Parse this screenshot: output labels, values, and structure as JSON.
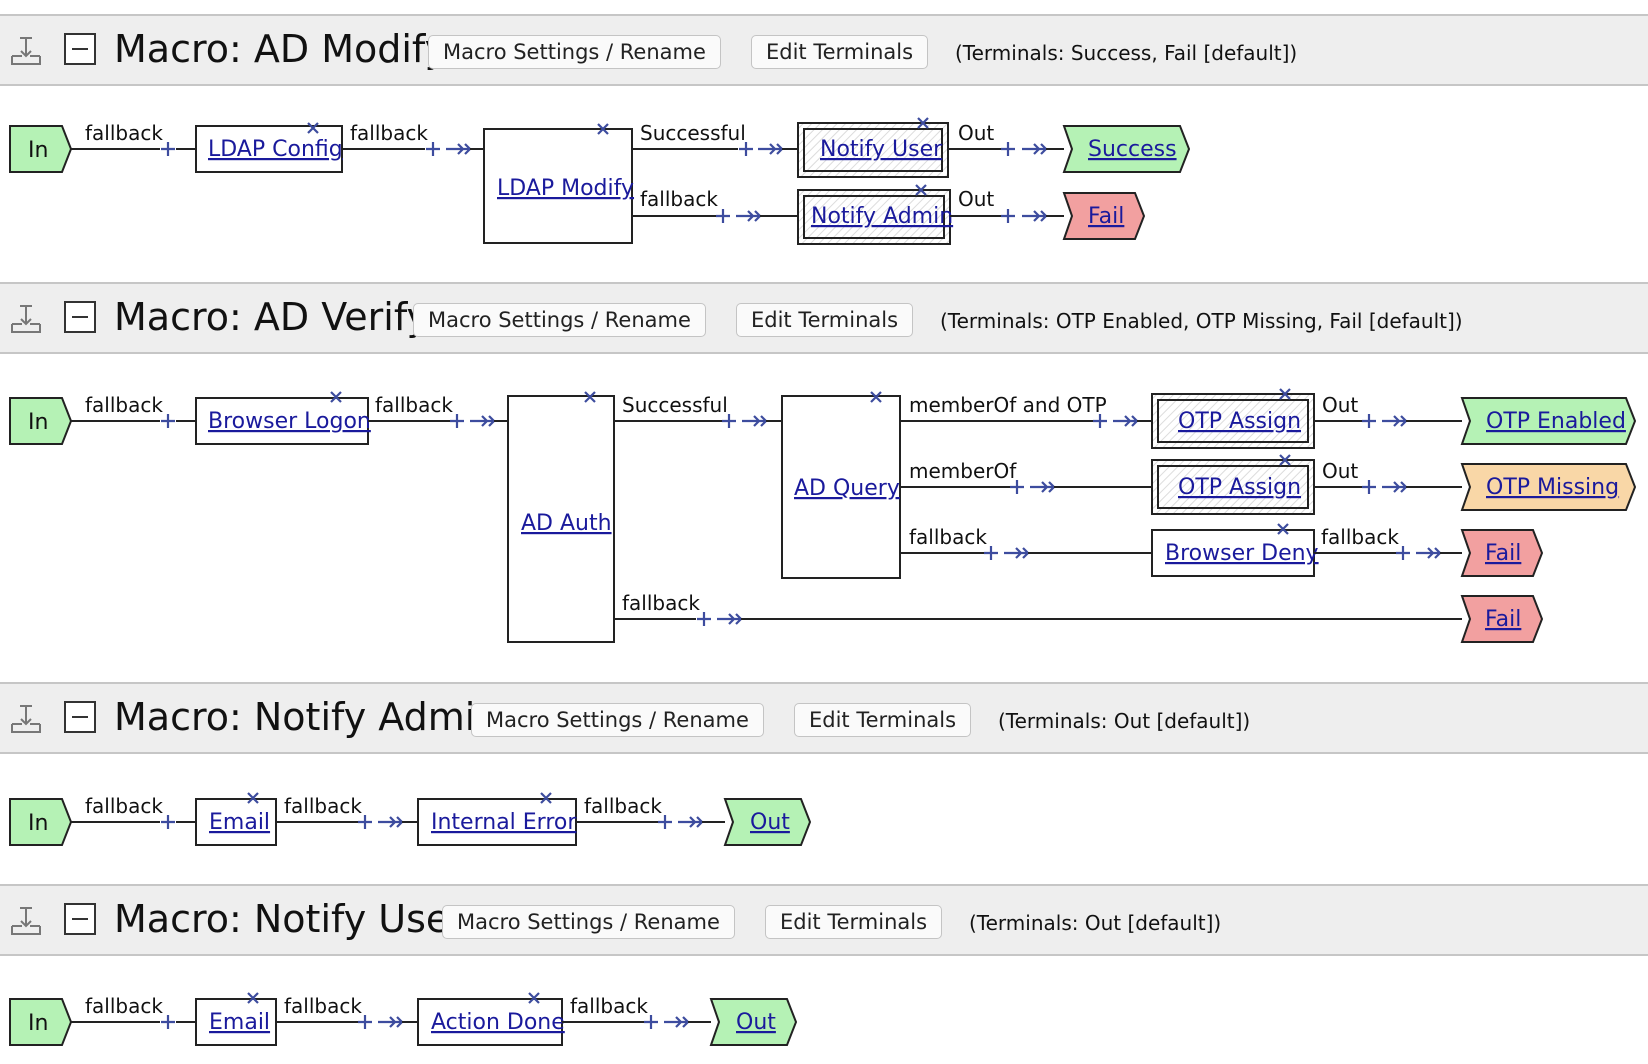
{
  "common": {
    "settings_button": "Macro Settings / Rename",
    "terminals_button": "Edit Terminals",
    "in_label": "In"
  },
  "colors": {
    "terminal_green": "#b5f2b5",
    "terminal_red": "#f2a0a0",
    "terminal_orange": "#f9d7a7",
    "link": "#1a1a9c",
    "connector_blue": "#3d4c9e"
  },
  "macros": [
    {
      "title": "Macro: AD Modify",
      "terminals_text": "(Terminals: Success, Fail [default])",
      "edge_labels": [
        "fallback",
        "fallback",
        "Successful",
        "fallback",
        "Out",
        "Out"
      ],
      "nodes": [
        "LDAP Config",
        "LDAP Modify",
        "Notify User",
        "Notify Admin"
      ],
      "terminals": [
        "Success",
        "Fail"
      ]
    },
    {
      "title": "Macro: AD Verify",
      "terminals_text": "(Terminals: OTP Enabled, OTP Missing, Fail [default])",
      "edge_labels": [
        "fallback",
        "fallback",
        "Successful",
        "memberOf and OTP",
        "memberOf",
        "fallback",
        "Out",
        "Out",
        "fallback",
        "fallback"
      ],
      "nodes": [
        "Browser Logon",
        "AD Auth",
        "AD Query",
        "OTP Assign",
        "OTP Assign",
        "Browser Deny"
      ],
      "terminals": [
        "OTP Enabled",
        "OTP Missing",
        "Fail",
        "Fail"
      ]
    },
    {
      "title": "Macro: Notify Admin",
      "terminals_text": "(Terminals: Out [default])",
      "edge_labels": [
        "fallback",
        "fallback",
        "fallback"
      ],
      "nodes": [
        "Email",
        "Internal Error"
      ],
      "terminals": [
        "Out"
      ]
    },
    {
      "title": "Macro: Notify User",
      "terminals_text": "(Terminals: Out [default])",
      "edge_labels": [
        "fallback",
        "fallback",
        "fallback"
      ],
      "nodes": [
        "Email",
        "Action Done"
      ],
      "terminals": [
        "Out"
      ]
    }
  ]
}
